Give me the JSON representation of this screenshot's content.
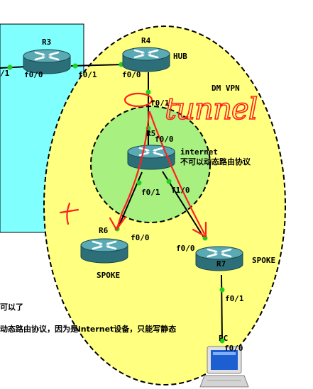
{
  "routers": {
    "r3": {
      "name": "R3"
    },
    "r4": {
      "name": "R4",
      "role": "HUB"
    },
    "r5": {
      "name": "R5",
      "desc_line1": "internet",
      "desc_line2": "不可以动态路由协议"
    },
    "r6": {
      "name": "R6",
      "role": "SPOKE"
    },
    "r7": {
      "name": "R7",
      "role": "SPOKE"
    }
  },
  "pc": {
    "name": "PC"
  },
  "interfaces": {
    "r3_left_fragment": "/1",
    "r3_f00": "f0/0",
    "r4_left_f01": "f0/1",
    "r4_f00": "f0/0",
    "r4_down_f01": "f0/1",
    "dm_vpn": "DM VPN",
    "r5_f00": "f0/0",
    "r5_f01": "f0/1",
    "r5_f11": "f1/0",
    "r6_f00": "f0/0",
    "r7_f00": "f0/0",
    "r7_f01": "f0/1",
    "pc_f00": "f0/0"
  },
  "handwriting": {
    "tunnel": "tunnel",
    "letter_t": "t"
  },
  "notes": {
    "line1": "可以了",
    "line2": "动态路由协议，因为是internet设备，只能写静态"
  },
  "colors": {
    "outer_zone": "#ffff80",
    "inner_zone": "#a8f080",
    "left_zone": "#80ffff",
    "link_dot": "#20d020",
    "annotation": "#ff2020",
    "router_body": "#3a8a95"
  }
}
